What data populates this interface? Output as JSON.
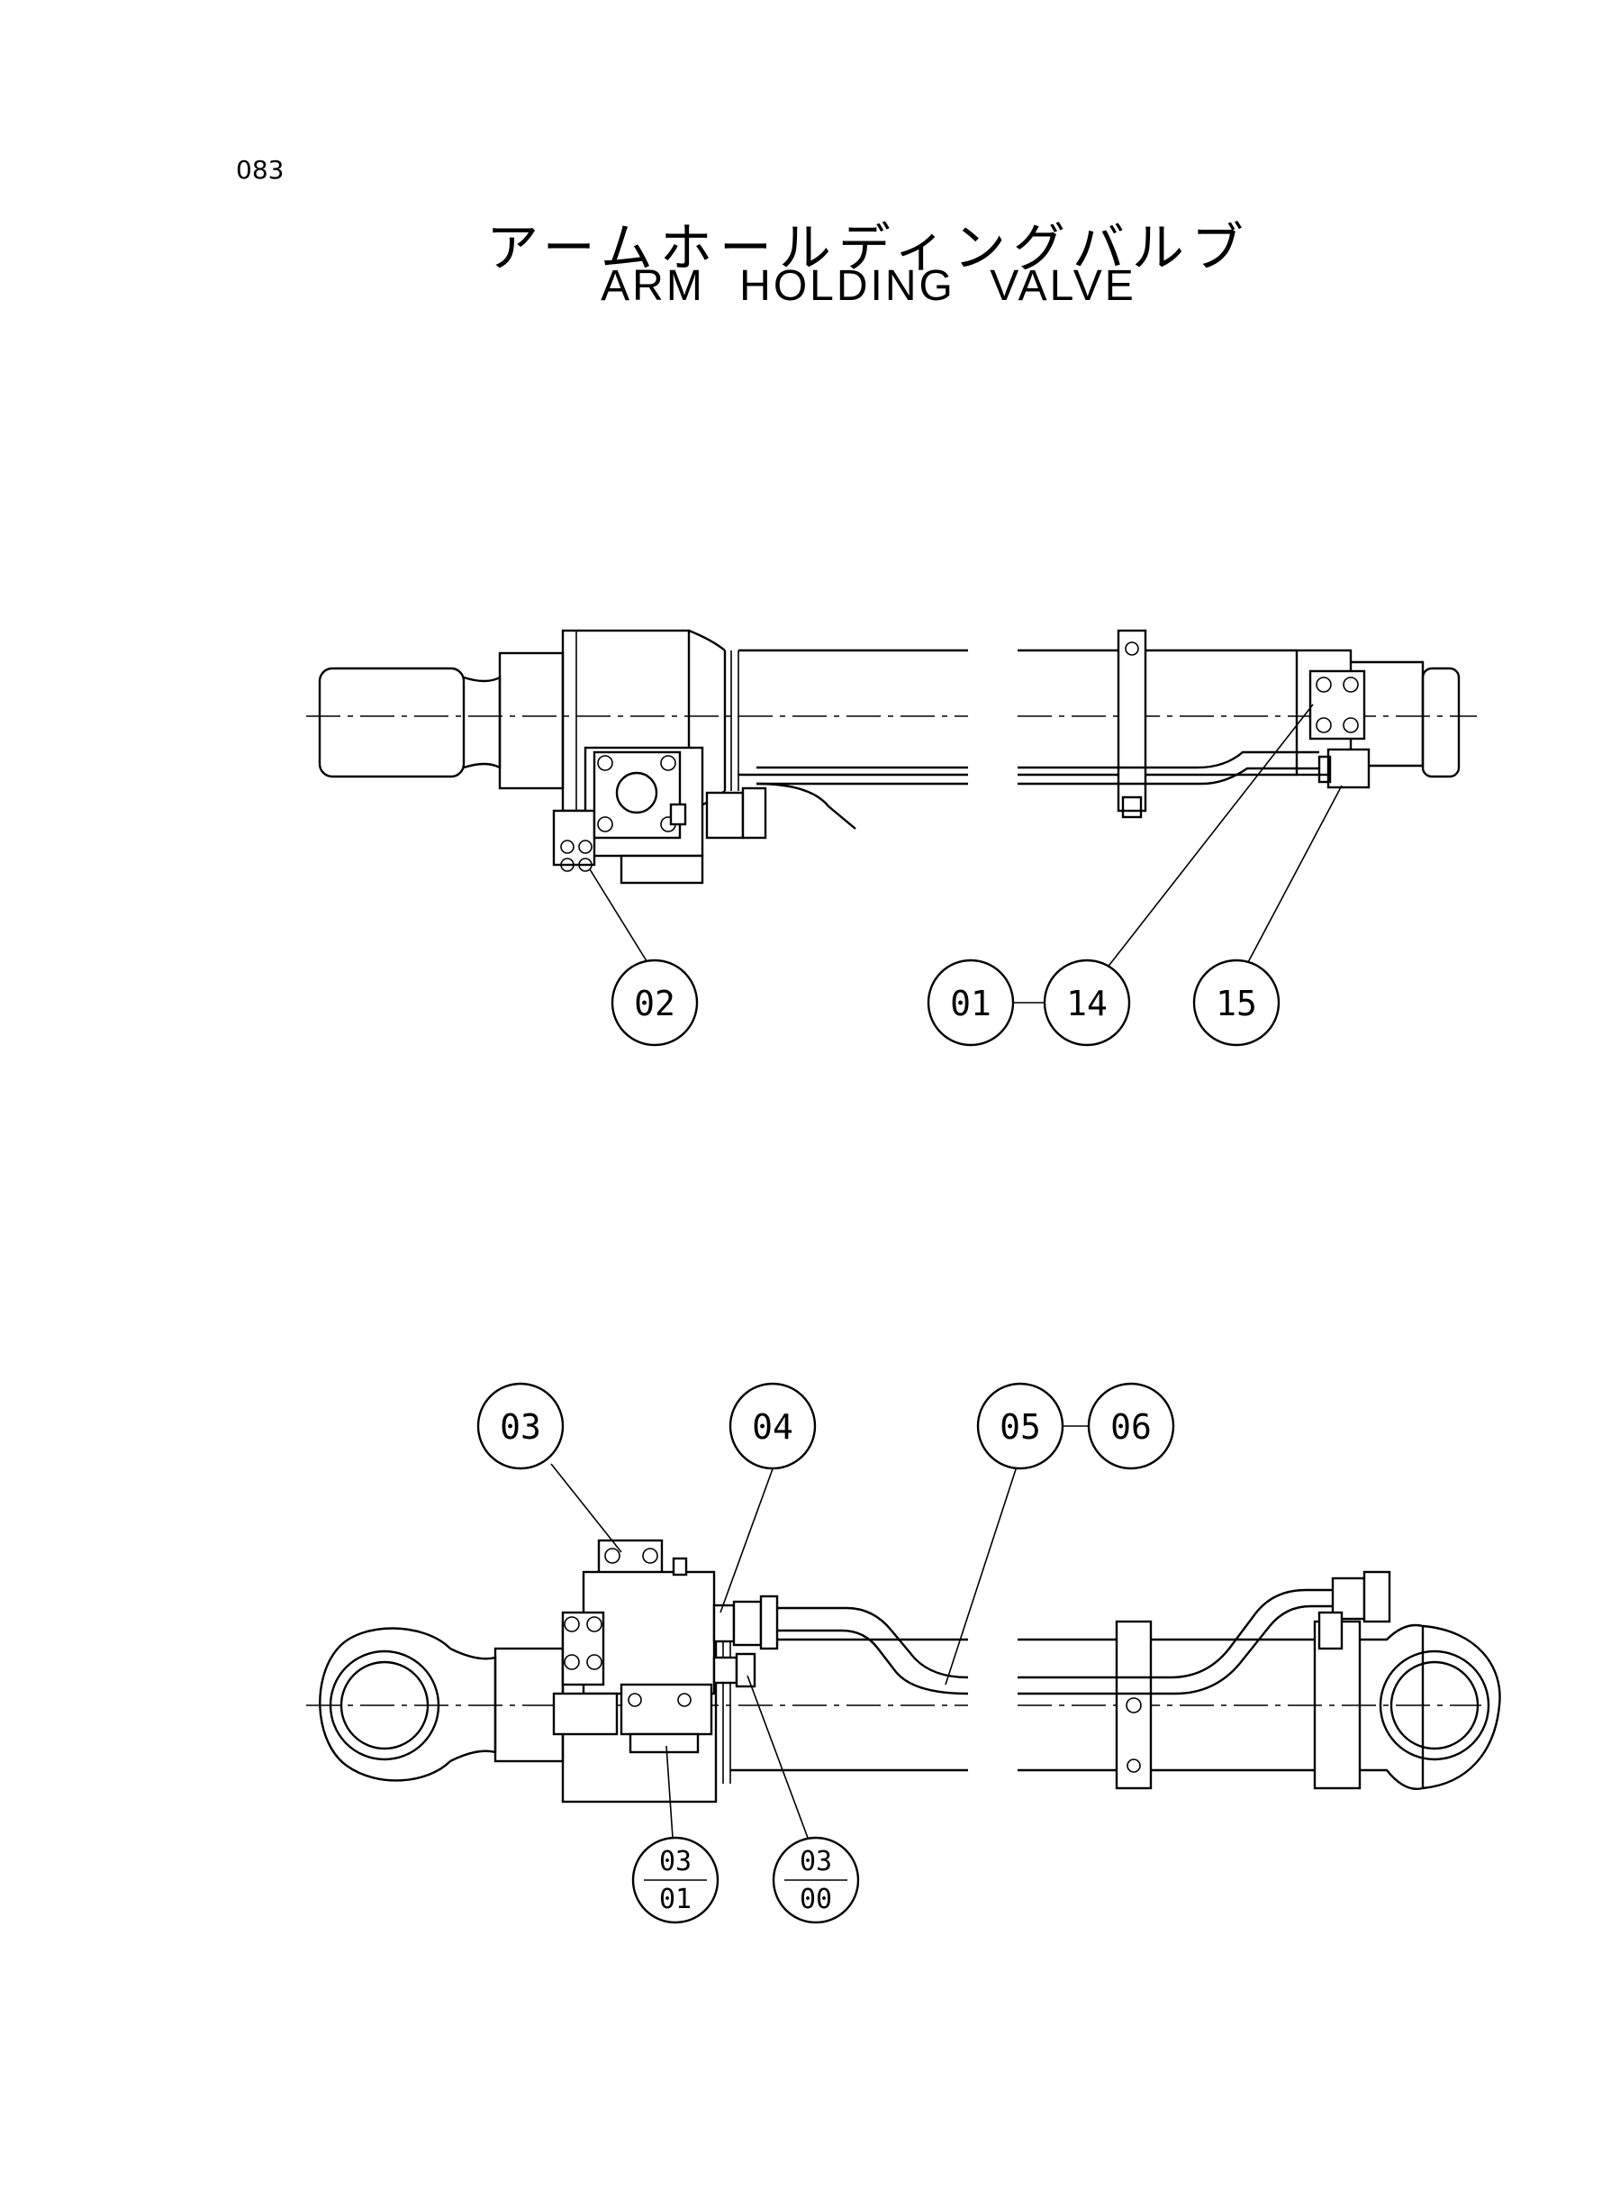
{
  "header": {
    "page_number": "083",
    "title_jp": "アームホールディングバルブ",
    "title_en": "ARM  HOLDING  VALVE"
  },
  "callouts": {
    "top_02": "02",
    "top_01": "01",
    "top_14": "14",
    "top_15": "15",
    "bottom_03": "03",
    "bottom_04": "04",
    "bottom_05": "05",
    "bottom_06": "06",
    "fraction_left_top": "03",
    "fraction_left_bottom": "01",
    "fraction_right_top": "03",
    "fraction_right_bottom": "00"
  }
}
